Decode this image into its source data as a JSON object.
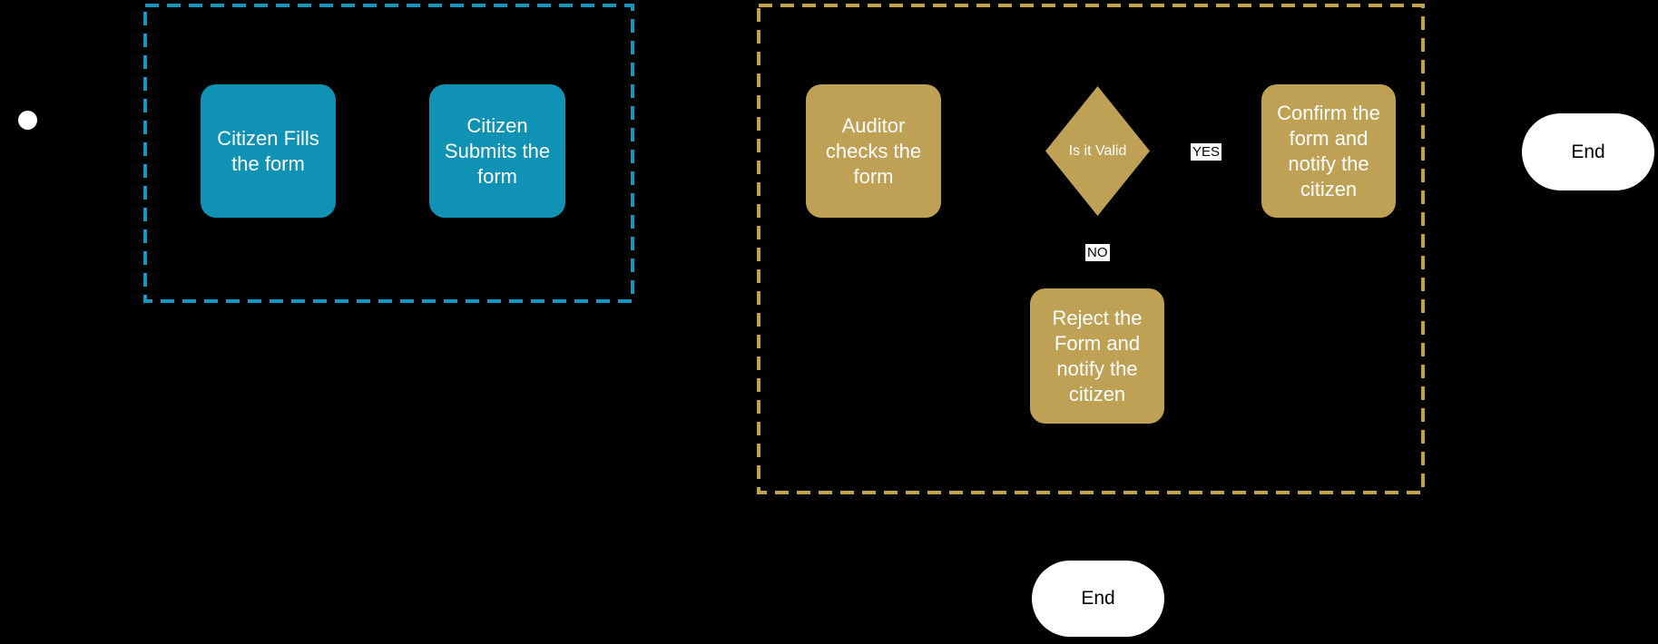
{
  "diagram": {
    "background_color": "#000000",
    "lanes": [
      {
        "id": "citizen-lane",
        "border_color": "#1596BD"
      },
      {
        "id": "auditor-lane",
        "border_color": "#C2A24A"
      }
    ],
    "nodes": {
      "start": {
        "type": "start-event",
        "fill": "#FFFFFF"
      },
      "citizen_fills": {
        "label": "Citizen Fills\nthe form",
        "fill": "#0F92B3",
        "text_color": "#FFFFFF"
      },
      "citizen_submits": {
        "label": "Citizen\nSubmits the\nform",
        "fill": "#0F92B3",
        "text_color": "#FFFFFF"
      },
      "auditor_checks": {
        "label": "Auditor\nchecks the\nform",
        "fill": "#BFA156",
        "text_color": "#FFFFFF"
      },
      "is_it_valid": {
        "label": "Is it Valid",
        "type": "decision",
        "fill": "#BFA156",
        "text_color": "#FFFFFF"
      },
      "confirm": {
        "label": "Confirm the\nform and\nnotify the\ncitizen",
        "fill": "#BFA156",
        "text_color": "#FFFFFF"
      },
      "reject": {
        "label": "Reject the\nForm and\nnotify the\ncitizen",
        "fill": "#BFA156",
        "text_color": "#FFFFFF"
      },
      "end_right": {
        "label": "End",
        "fill": "#FFFFFF",
        "text_color": "#000000"
      },
      "end_bottom": {
        "label": "End",
        "fill": "#FFFFFF",
        "text_color": "#000000"
      }
    },
    "edge_labels": {
      "yes": "YES",
      "no": "NO"
    }
  }
}
